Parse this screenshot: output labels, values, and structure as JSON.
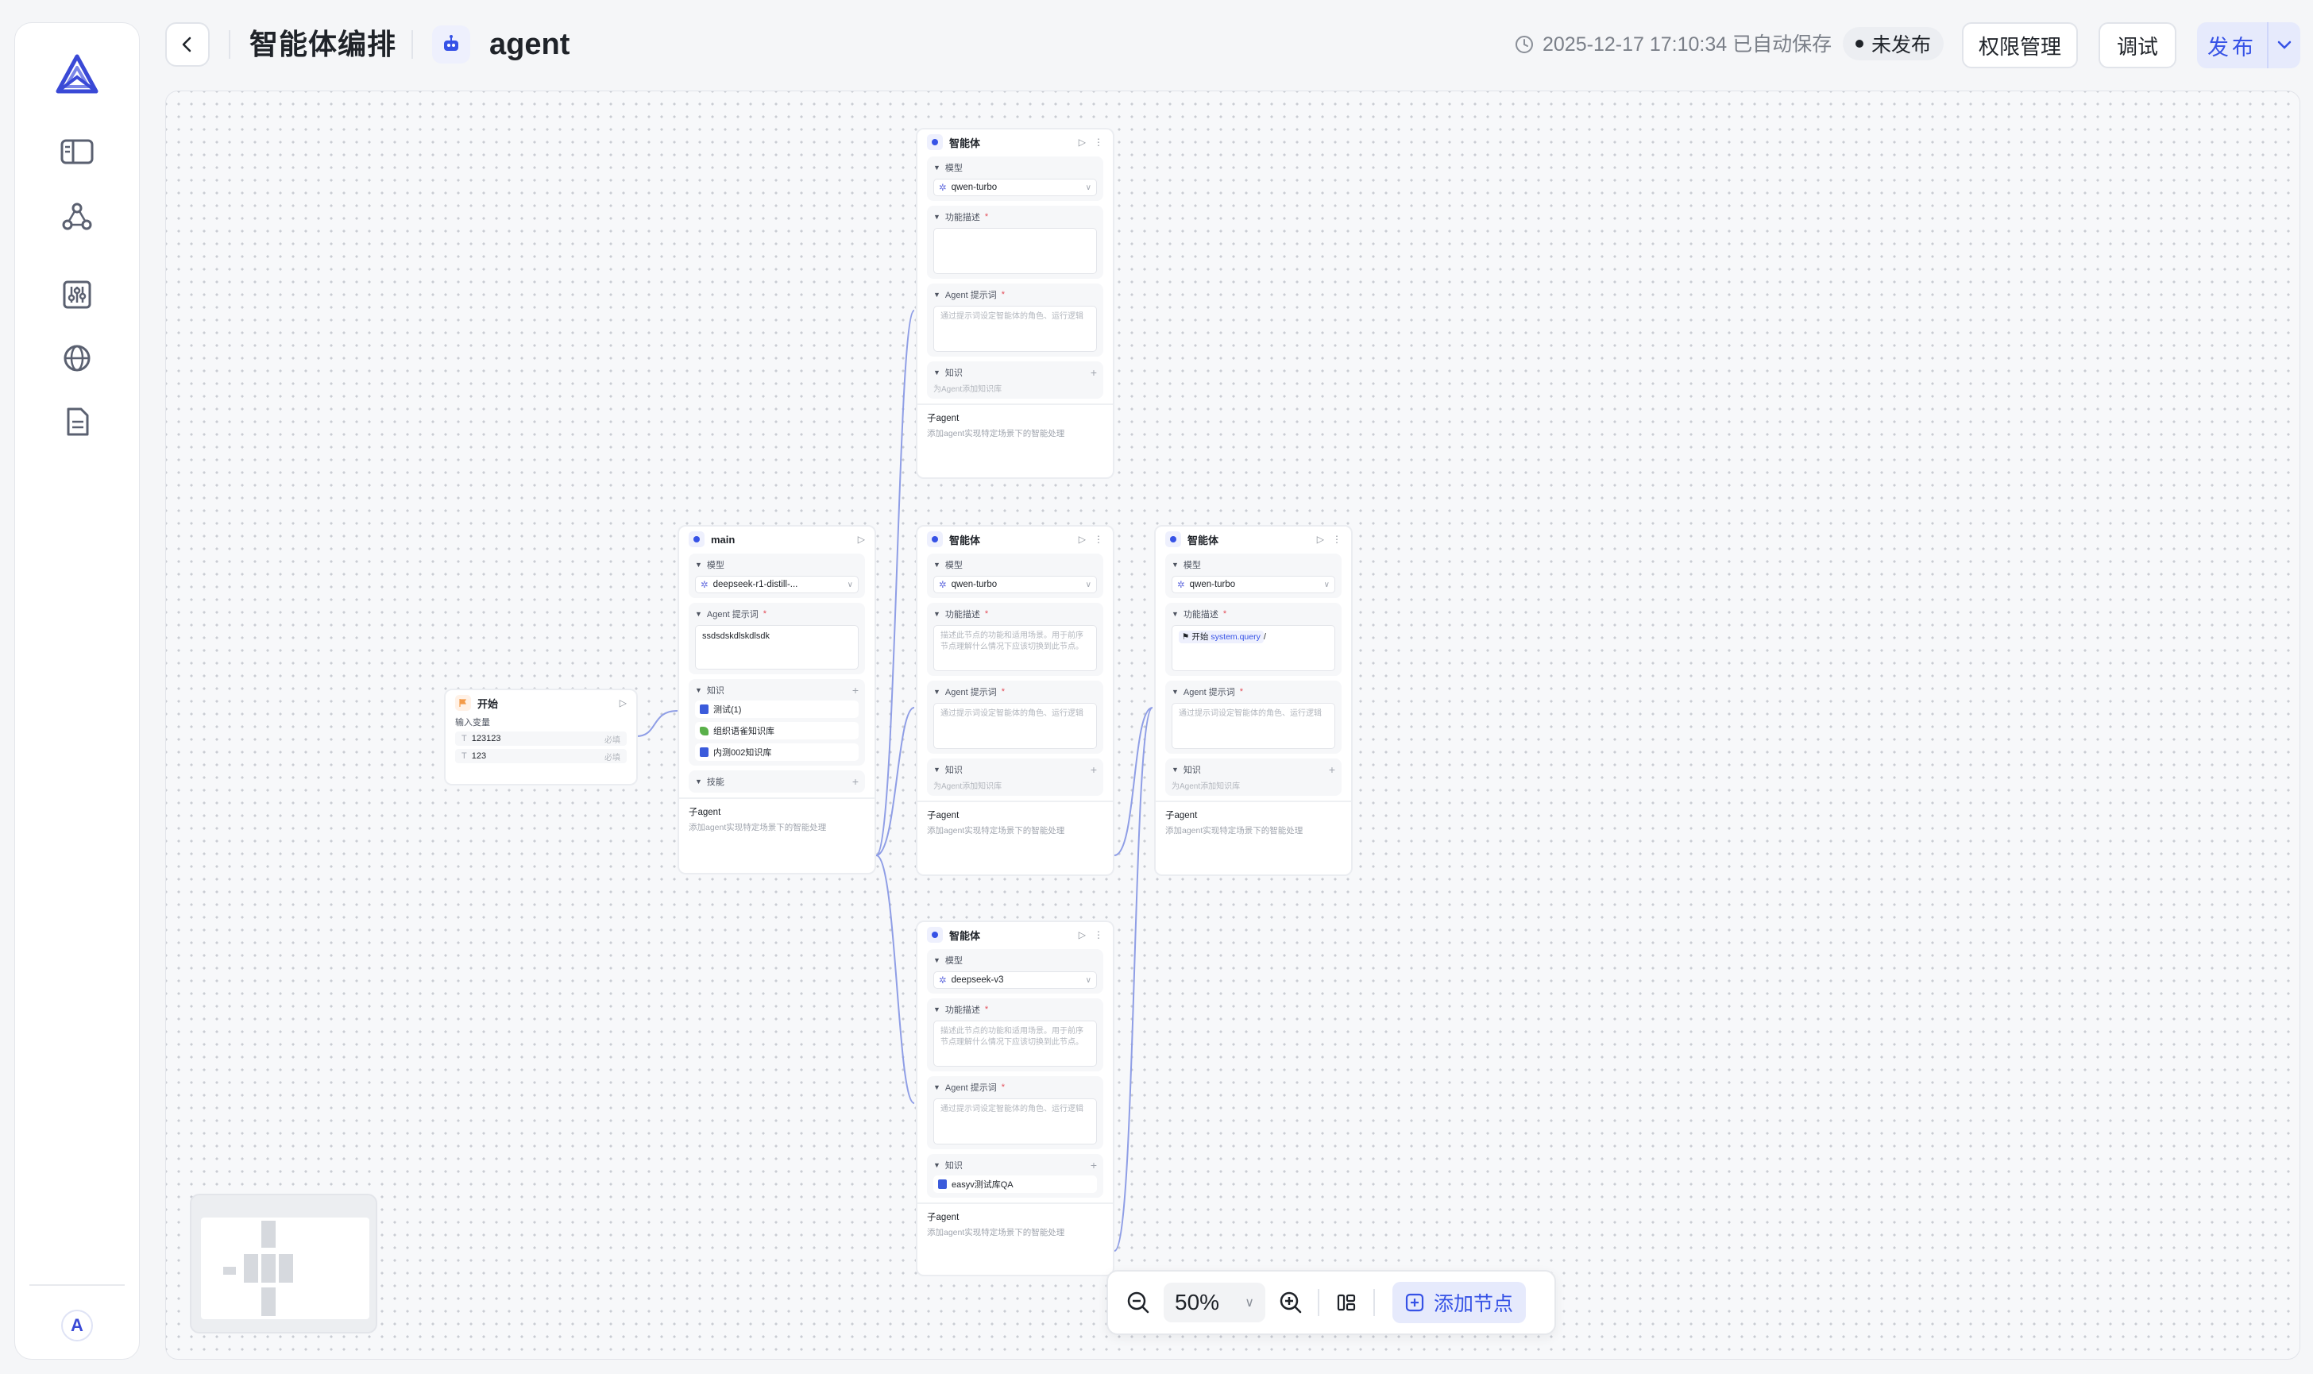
{
  "header": {
    "title": "智能体编排",
    "agent_name": "agent",
    "saved_text": "2025-12-17 17:10:34 已自动保存",
    "status": "未发布",
    "permission_btn": "权限管理",
    "debug_btn": "调试",
    "publish_btn": "发布"
  },
  "rail": {
    "avatar_letter": "A"
  },
  "nodes": {
    "start": {
      "title": "开始",
      "var_label": "输入变量",
      "vars": [
        {
          "name": "123123",
          "req": "必填"
        },
        {
          "name": "123",
          "req": "必填"
        }
      ]
    },
    "main": {
      "title": "main",
      "model_label": "模型",
      "model": "deepseek-r1-distill-...",
      "prompt_label": "Agent 提示词",
      "prompt": "ssdsdskdlskdlsdk",
      "knowledge_label": "知识",
      "knowledge": [
        "测试(1)",
        "组织语雀知识库",
        "内测002知识库"
      ],
      "skill_label": "技能",
      "foot_title": "子agent",
      "foot_sub": "添加agent实现特定场景下的智能处理"
    },
    "a1": {
      "title": "智能体",
      "model_label": "模型",
      "model": "qwen-turbo",
      "desc_label": "功能描述",
      "desc": "",
      "prompt_label": "Agent 提示词",
      "prompt_ph": "通过提示词设定智能体的角色、运行逻辑",
      "knowledge_label": "知识",
      "knowledge_hint": "为Agent添加知识库",
      "foot_title": "子agent",
      "foot_sub": "添加agent实现特定场景下的智能处理"
    },
    "a2": {
      "title": "智能体",
      "model_label": "模型",
      "model": "qwen-turbo",
      "desc_label": "功能描述",
      "desc_ph": "描述此节点的功能和适用场景。用于前序节点理解什么情况下应该切换到此节点。",
      "prompt_label": "Agent 提示词",
      "prompt_ph": "通过提示词设定智能体的角色、运行逻辑",
      "knowledge_label": "知识",
      "knowledge_hint": "为Agent添加知识库",
      "foot_title": "子agent",
      "foot_sub": "添加agent实现特定场景下的智能处理"
    },
    "a3": {
      "title": "智能体",
      "model_label": "模型",
      "model": "qwen-turbo",
      "desc_label": "功能描述",
      "desc_chip_node": "开始",
      "desc_chip_var": "system.query",
      "desc_chip_tail": "/",
      "prompt_label": "Agent 提示词",
      "prompt_ph": "通过提示词设定智能体的角色、运行逻辑",
      "knowledge_label": "知识",
      "knowledge_hint": "为Agent添加知识库",
      "foot_title": "子agent",
      "foot_sub": "添加agent实现特定场景下的智能处理"
    },
    "a4": {
      "title": "智能体",
      "model_label": "模型",
      "model": "deepseek-v3",
      "desc_label": "功能描述",
      "desc_ph": "描述此节点的功能和适用场景。用于前序节点理解什么情况下应该切换到此节点。",
      "prompt_label": "Agent 提示词",
      "prompt_ph": "通过提示词设定智能体的角色、运行逻辑",
      "knowledge_label": "知识",
      "knowledge": [
        "easyv测试库QA"
      ],
      "foot_title": "子agent",
      "foot_sub": "添加agent实现特定场景下的智能处理"
    }
  },
  "toolbar": {
    "zoom": "50%",
    "add_node": "添加节点"
  },
  "colors": {
    "accent": "#3652e6",
    "accent_bg": "#e6eafc",
    "wire": "#8f9ee6"
  }
}
